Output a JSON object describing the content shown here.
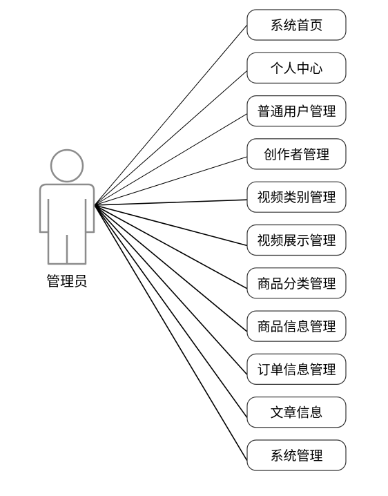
{
  "actor": {
    "name": "管理员",
    "icon": "person-icon"
  },
  "use_cases": [
    "系统首页",
    "个人中心",
    "普通用户管理",
    "创作者管理",
    "视频类别管理",
    "视频展示管理",
    "商品分类管理",
    "商品信息管理",
    "订单信息管理",
    "文章信息",
    "系统管理"
  ],
  "colors": {
    "line": "#000000",
    "actor_stroke": "#8c8c8c",
    "box_stroke": "#333333",
    "background": "#ffffff"
  }
}
